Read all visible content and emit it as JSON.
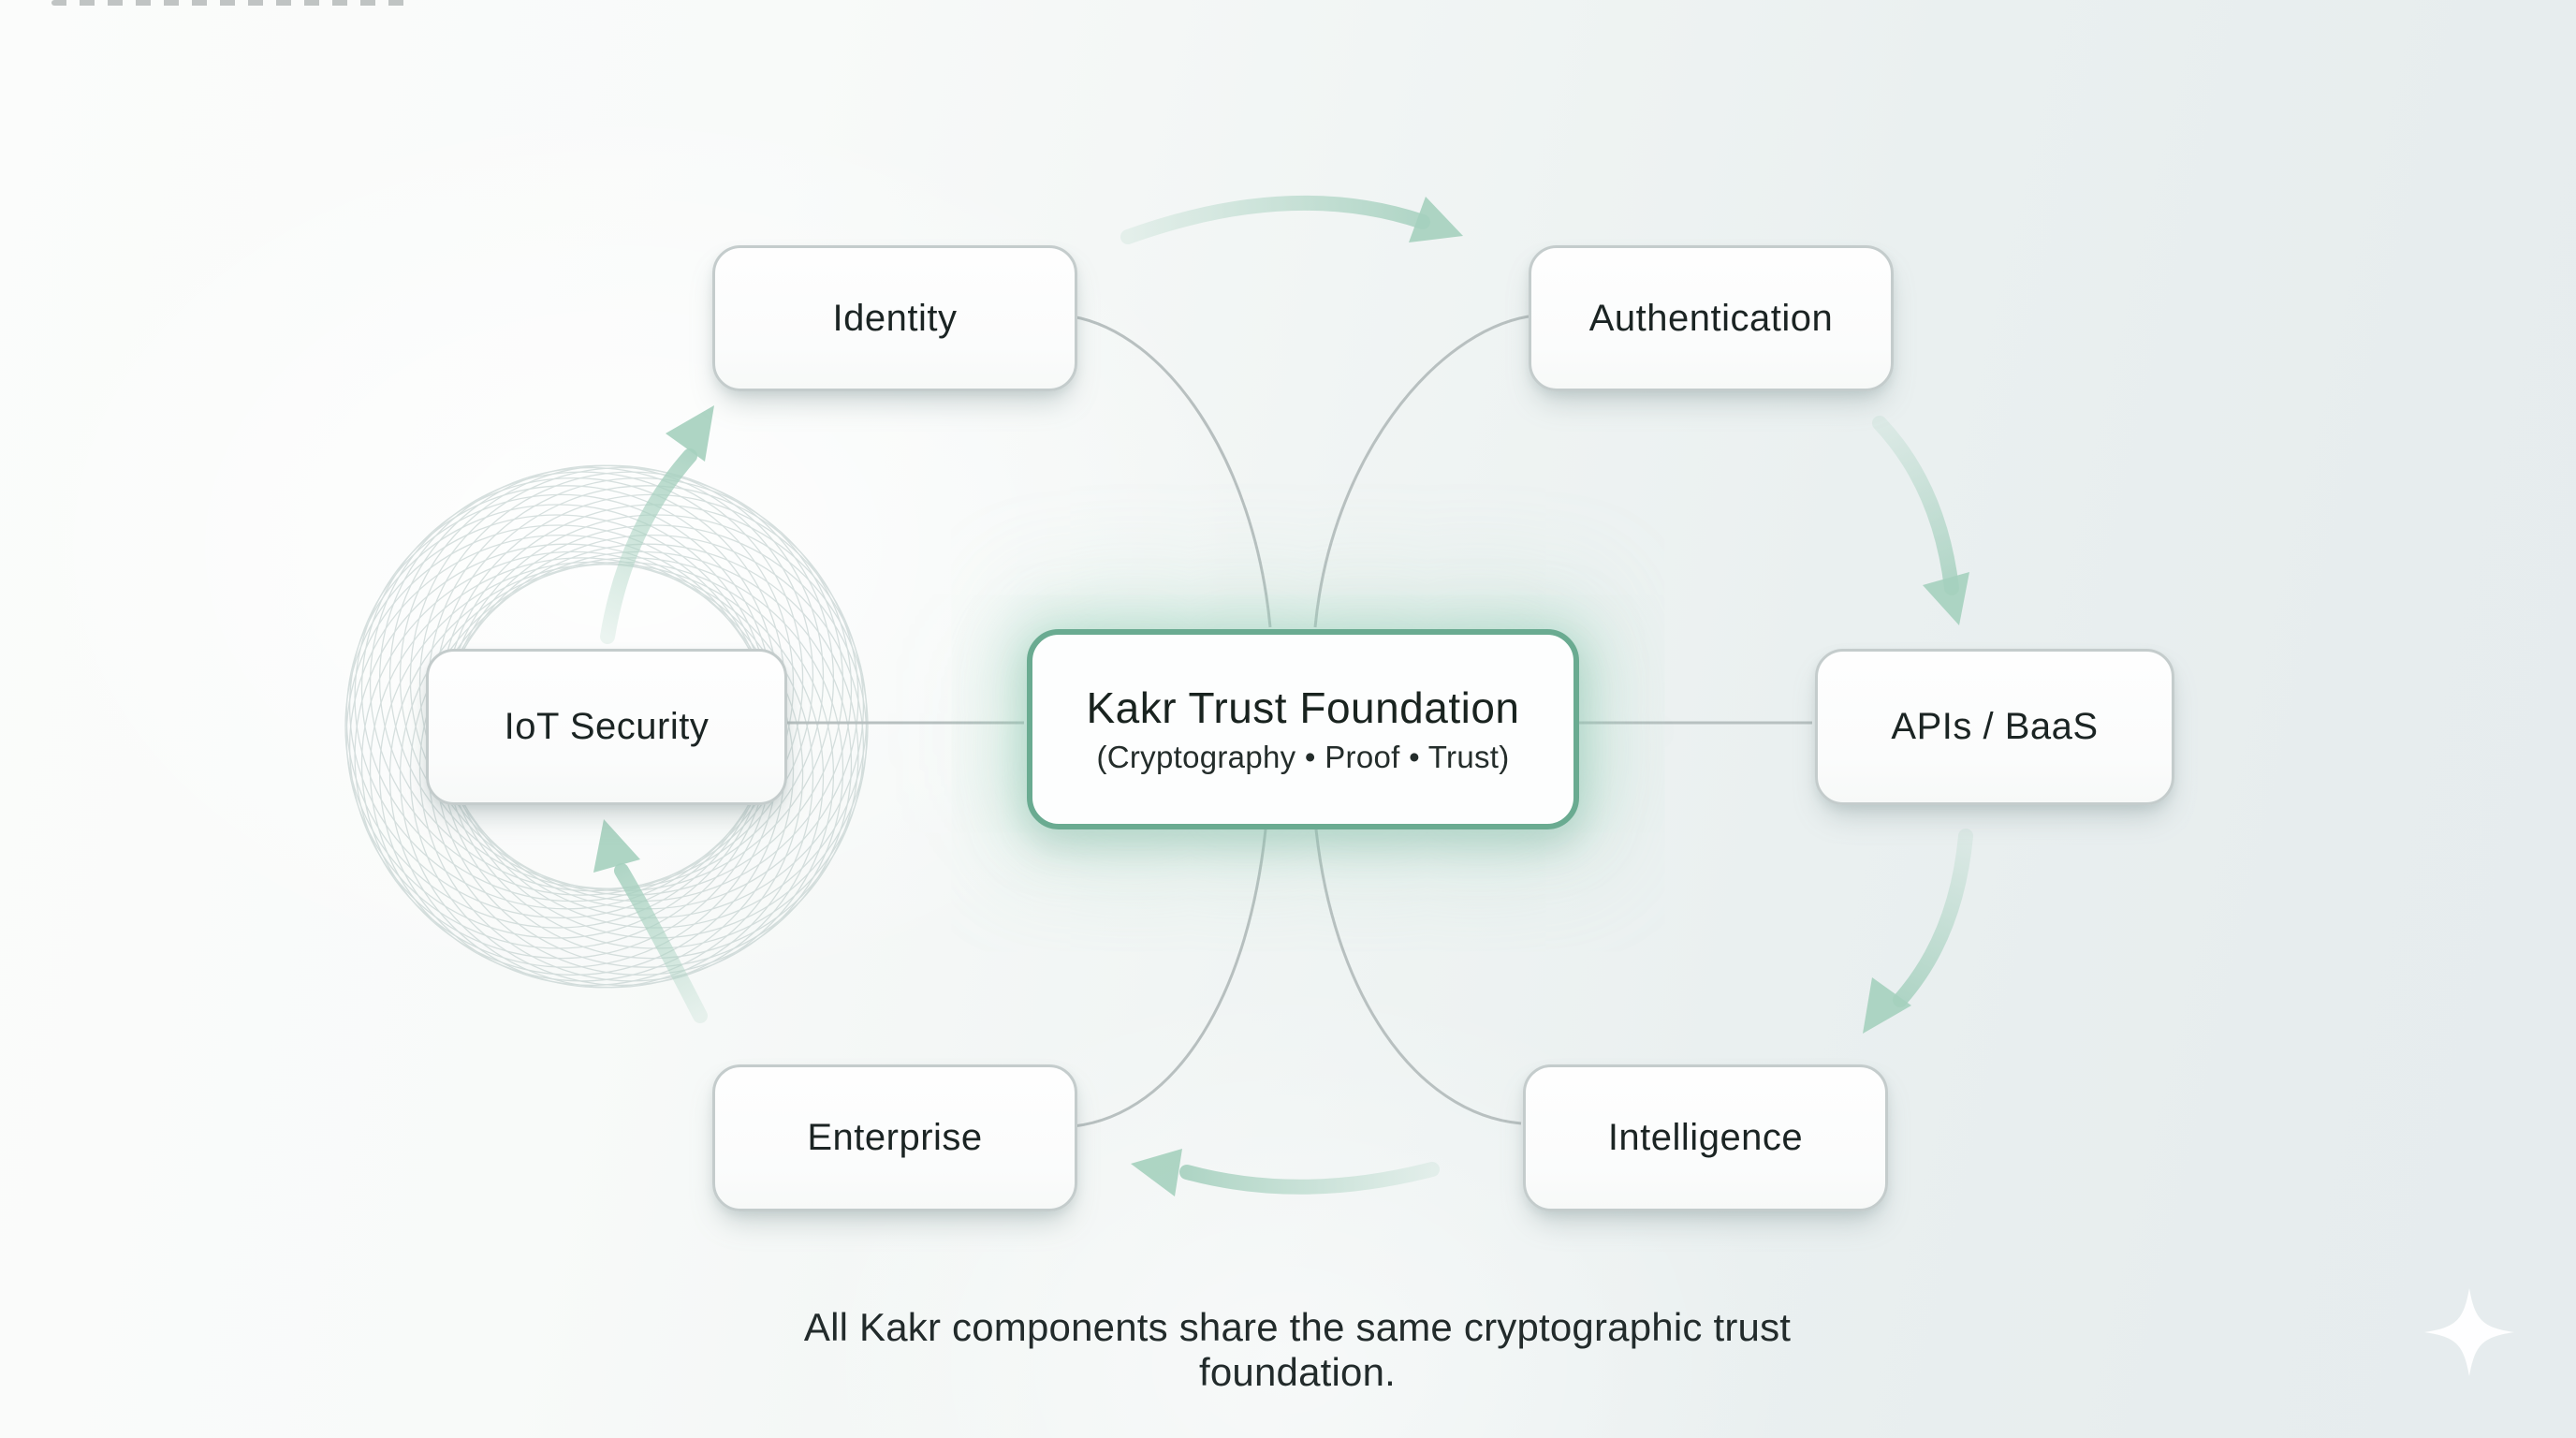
{
  "diagram": {
    "center": {
      "title": "Kakr Trust Foundation",
      "subtitle": "(Cryptography • Proof • Trust)"
    },
    "nodes": [
      {
        "id": "identity",
        "label": "Identity"
      },
      {
        "id": "authentication",
        "label": "Authentication"
      },
      {
        "id": "apis-baas",
        "label": "APIs / BaaS"
      },
      {
        "id": "intelligence",
        "label": "Intelligence"
      },
      {
        "id": "enterprise",
        "label": "Enterprise"
      },
      {
        "id": "iot-security",
        "label": "IoT Security"
      }
    ],
    "flow_cycle": [
      "IoT Security → Identity",
      "Identity → Authentication",
      "Authentication → APIs / BaaS",
      "APIs / BaaS → Intelligence",
      "Intelligence → Enterprise",
      "Enterprise → IoT Security"
    ],
    "caption": "All Kakr components share the same cryptographic trust foundation.",
    "colors": {
      "accent_border": "#6aab91",
      "accent_glow": "#9bd4ba",
      "arrow_teal": "#a9d2c1",
      "connector_gray": "#b4bdbd",
      "pattern_stroke": "#a2b7b5",
      "node_border": "#c4cccc",
      "node_fill": "#fdfdfd",
      "text_dark": "#1b2423",
      "background_left": "#fbfcfb",
      "background_right": "#e6ecee"
    }
  }
}
